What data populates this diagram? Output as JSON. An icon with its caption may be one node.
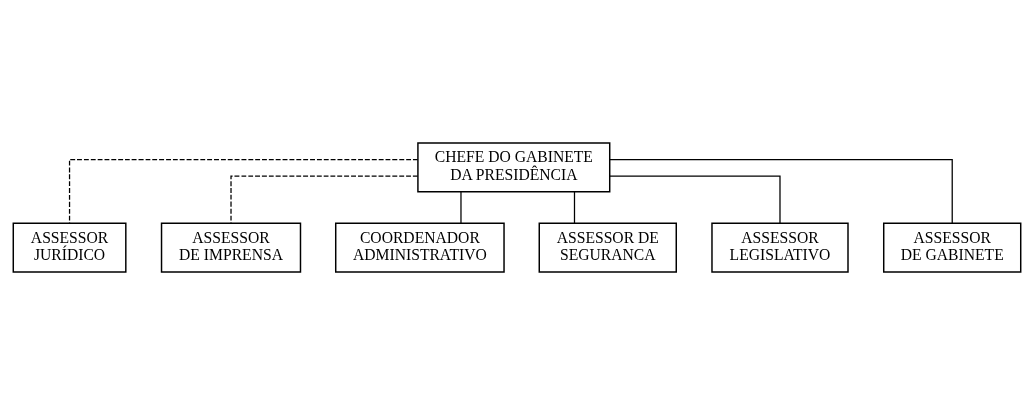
{
  "diagram": {
    "nodes": [
      {
        "text": [
          "CHEFE DO GABINETE DA PRESIDÊNCIA"
        ]
      },
      {
        "text": [
          "ASSESSOR JURÍDICO"
        ]
      },
      {
        "text": [
          "ASSESSOR DE IMPRENSA"
        ]
      },
      {
        "text": [
          "COORDENADOR ADMINISTRATIVO"
        ]
      },
      {
        "text": [
          "ASSESSOR DE SEGURANCA"
        ]
      },
      {
        "text": [
          "ASSESSOR LEGISLATIVO"
        ]
      },
      {
        "text": [
          "ASSESSOR DE GABINETE"
        ]
      }
    ],
    "edges": [
      {
        "from": 0,
        "to": 1,
        "arrow": "none",
        "style": "dashed"
      },
      {
        "from": 0,
        "to": 2,
        "arrow": "none",
        "style": "dashed"
      },
      {
        "from": 0,
        "to": 3,
        "arrow": "none"
      },
      {
        "from": 0,
        "to": 4,
        "arrow": "none"
      },
      {
        "from": 0,
        "to": 5,
        "arrow": "none"
      },
      {
        "from": 0,
        "to": 6,
        "arrow": "none"
      }
    ]
  }
}
